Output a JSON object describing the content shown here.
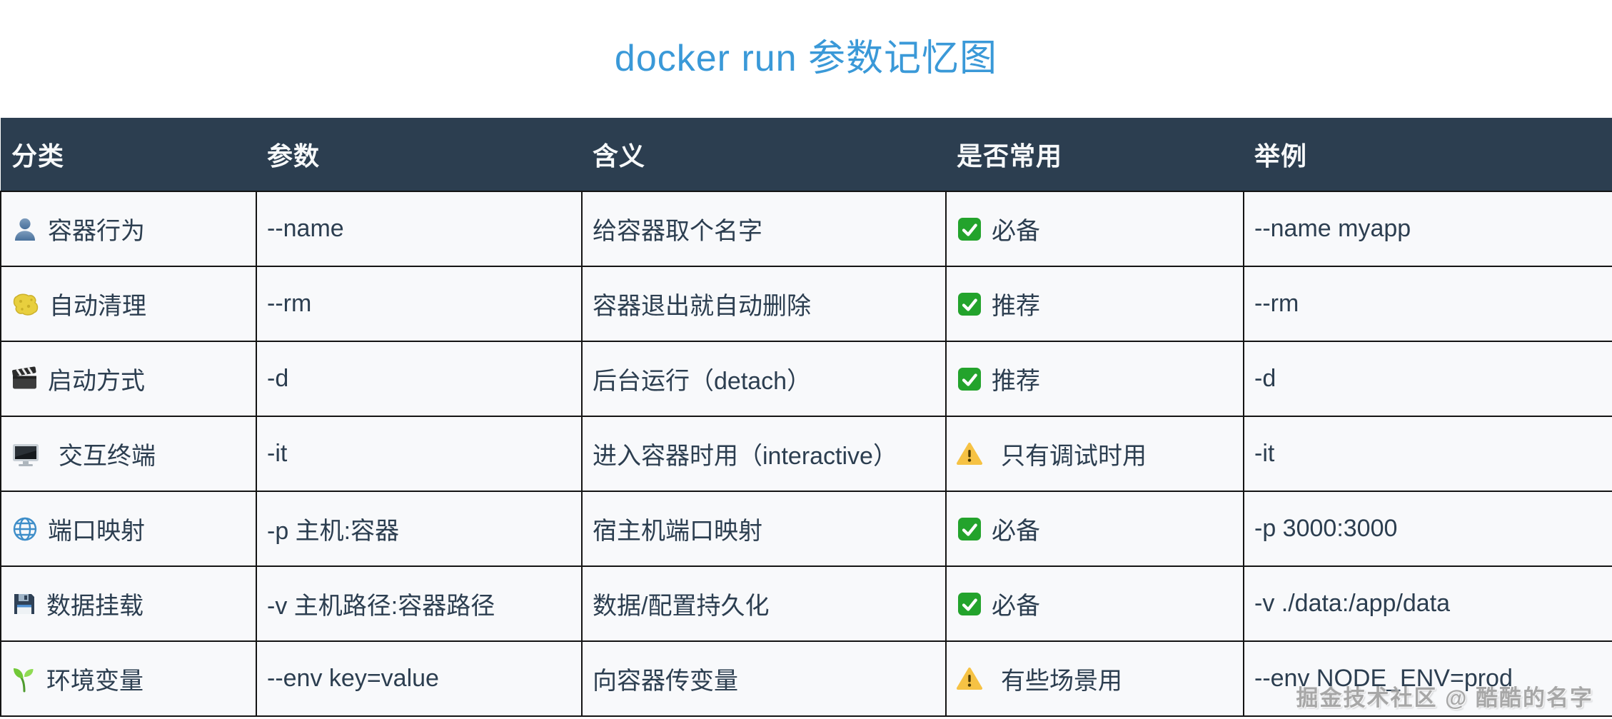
{
  "title": "docker run 参数记忆图",
  "colors": {
    "accent": "#3a99d8",
    "header-bg": "#2c3e50",
    "header-fg": "#f7f9fa",
    "body-bg": "#f8f9fb",
    "text": "#2c3e50",
    "border": "#141414",
    "watermark": "#a3a3a3",
    "status-green": "#23a32c",
    "status-yellow": "#f6c244"
  },
  "watermark": "掘金技术社区 @ 酷酷的名字",
  "table": {
    "headers": [
      "分类",
      "参数",
      "含义",
      "是否常用",
      "举例"
    ],
    "rows": [
      {
        "icon": "bust-in-silhouette",
        "category": "容器行为",
        "param": "--name",
        "meaning": "给容器取个名字",
        "status_icon": "white-check-mark",
        "status": "必备",
        "example": "--name myapp"
      },
      {
        "icon": "sponge",
        "category": "自动清理",
        "param": "--rm",
        "meaning": "容器退出就自动删除",
        "status_icon": "white-check-mark",
        "status": "推荐",
        "example": "--rm"
      },
      {
        "icon": "clapper-board",
        "category": "启动方式",
        "param": "-d",
        "meaning": "后台运行（detach）",
        "status_icon": "white-check-mark",
        "status": "推荐",
        "example": "-d"
      },
      {
        "icon": "desktop-computer",
        "category": "交互终端",
        "param": "-it",
        "meaning": "进入容器时用（interactive）",
        "status_icon": "warning",
        "status": "只有调试时用",
        "example": "-it"
      },
      {
        "icon": "globe-with-meridians",
        "category": "端口映射",
        "param": "-p 主机:容器",
        "meaning": "宿主机端口映射",
        "status_icon": "white-check-mark",
        "status": "必备",
        "example": "-p 3000:3000"
      },
      {
        "icon": "floppy-disk",
        "category": "数据挂载",
        "param": "-v 主机路径:容器路径",
        "meaning": "数据/配置持久化",
        "status_icon": "white-check-mark",
        "status": "必备",
        "example": "-v ./data:/app/data"
      },
      {
        "icon": "seedling",
        "category": "环境变量",
        "param": "--env key=value",
        "meaning": "向容器传变量",
        "status_icon": "warning",
        "status": "有些场景用",
        "example": "--env NODE_ENV=prod"
      }
    ]
  }
}
